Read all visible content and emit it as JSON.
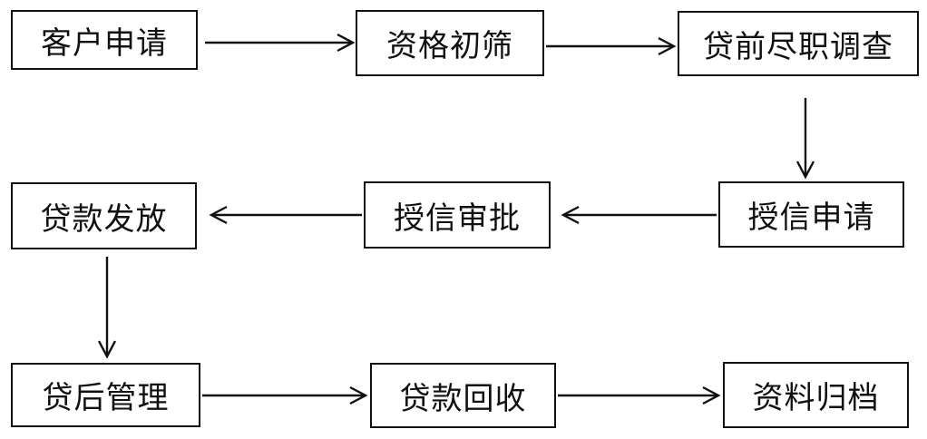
{
  "flow": {
    "nodes": [
      {
        "id": "customer-application",
        "label": "客户申请"
      },
      {
        "id": "qualification-screening",
        "label": "资格初筛"
      },
      {
        "id": "due-diligence",
        "label": "贷前尽职调查"
      },
      {
        "id": "credit-application",
        "label": "授信申请"
      },
      {
        "id": "credit-approval",
        "label": "授信审批"
      },
      {
        "id": "loan-disbursement",
        "label": "贷款发放"
      },
      {
        "id": "post-loan-management",
        "label": "贷后管理"
      },
      {
        "id": "loan-recovery",
        "label": "贷款回收"
      },
      {
        "id": "document-archiving",
        "label": "资料归档"
      }
    ],
    "edges": [
      {
        "from": "customer-application",
        "to": "qualification-screening"
      },
      {
        "from": "qualification-screening",
        "to": "due-diligence"
      },
      {
        "from": "due-diligence",
        "to": "credit-application"
      },
      {
        "from": "credit-application",
        "to": "credit-approval"
      },
      {
        "from": "credit-approval",
        "to": "loan-disbursement"
      },
      {
        "from": "loan-disbursement",
        "to": "post-loan-management"
      },
      {
        "from": "post-loan-management",
        "to": "loan-recovery"
      },
      {
        "from": "loan-recovery",
        "to": "document-archiving"
      }
    ]
  }
}
